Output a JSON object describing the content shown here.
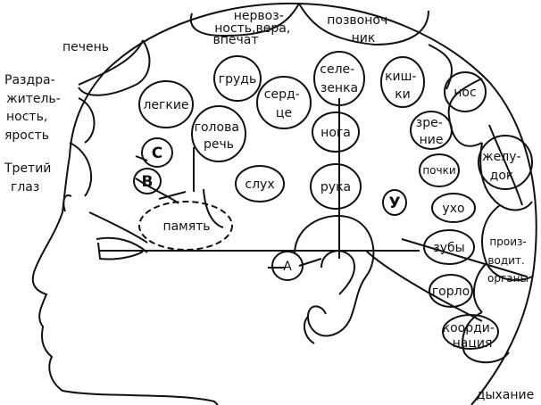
{
  "colors": {
    "ink": "#111111",
    "paper": "#ffffff"
  },
  "labels": {
    "nervousness": [
      "нервоз-",
      "ность,вера,",
      "впечат"
    ],
    "spine": [
      "позвоноч-",
      "ник"
    ],
    "liver": "печень",
    "irritability": [
      "Раздра-",
      "житель-",
      "ность,",
      "ярость"
    ],
    "third_eye": [
      "Третий",
      "глаз"
    ],
    "lungs": "легкие",
    "chest": "грудь",
    "spleen": [
      "селе-",
      "зенка"
    ],
    "intestines": [
      "киш-",
      "ки"
    ],
    "nose": "нос",
    "heart": [
      "серд-",
      "це"
    ],
    "head_speech": [
      "голова",
      "речь"
    ],
    "leg": "нога",
    "vision": [
      "зре-",
      "ние"
    ],
    "stomach": [
      "желу-",
      "док"
    ],
    "kidneys": "почки",
    "c_mark": "С",
    "b_mark": "В",
    "hearing": "слух",
    "arm": "рука",
    "y_mark": "У",
    "ear": "ухо",
    "memory": "память",
    "teeth": "зубы",
    "reproductive": [
      "произ-",
      "водит.",
      "органы"
    ],
    "a_mark": "А",
    "throat": "горло",
    "coordination": [
      "коорди-",
      "нация"
    ],
    "breathing": "дыхание"
  }
}
